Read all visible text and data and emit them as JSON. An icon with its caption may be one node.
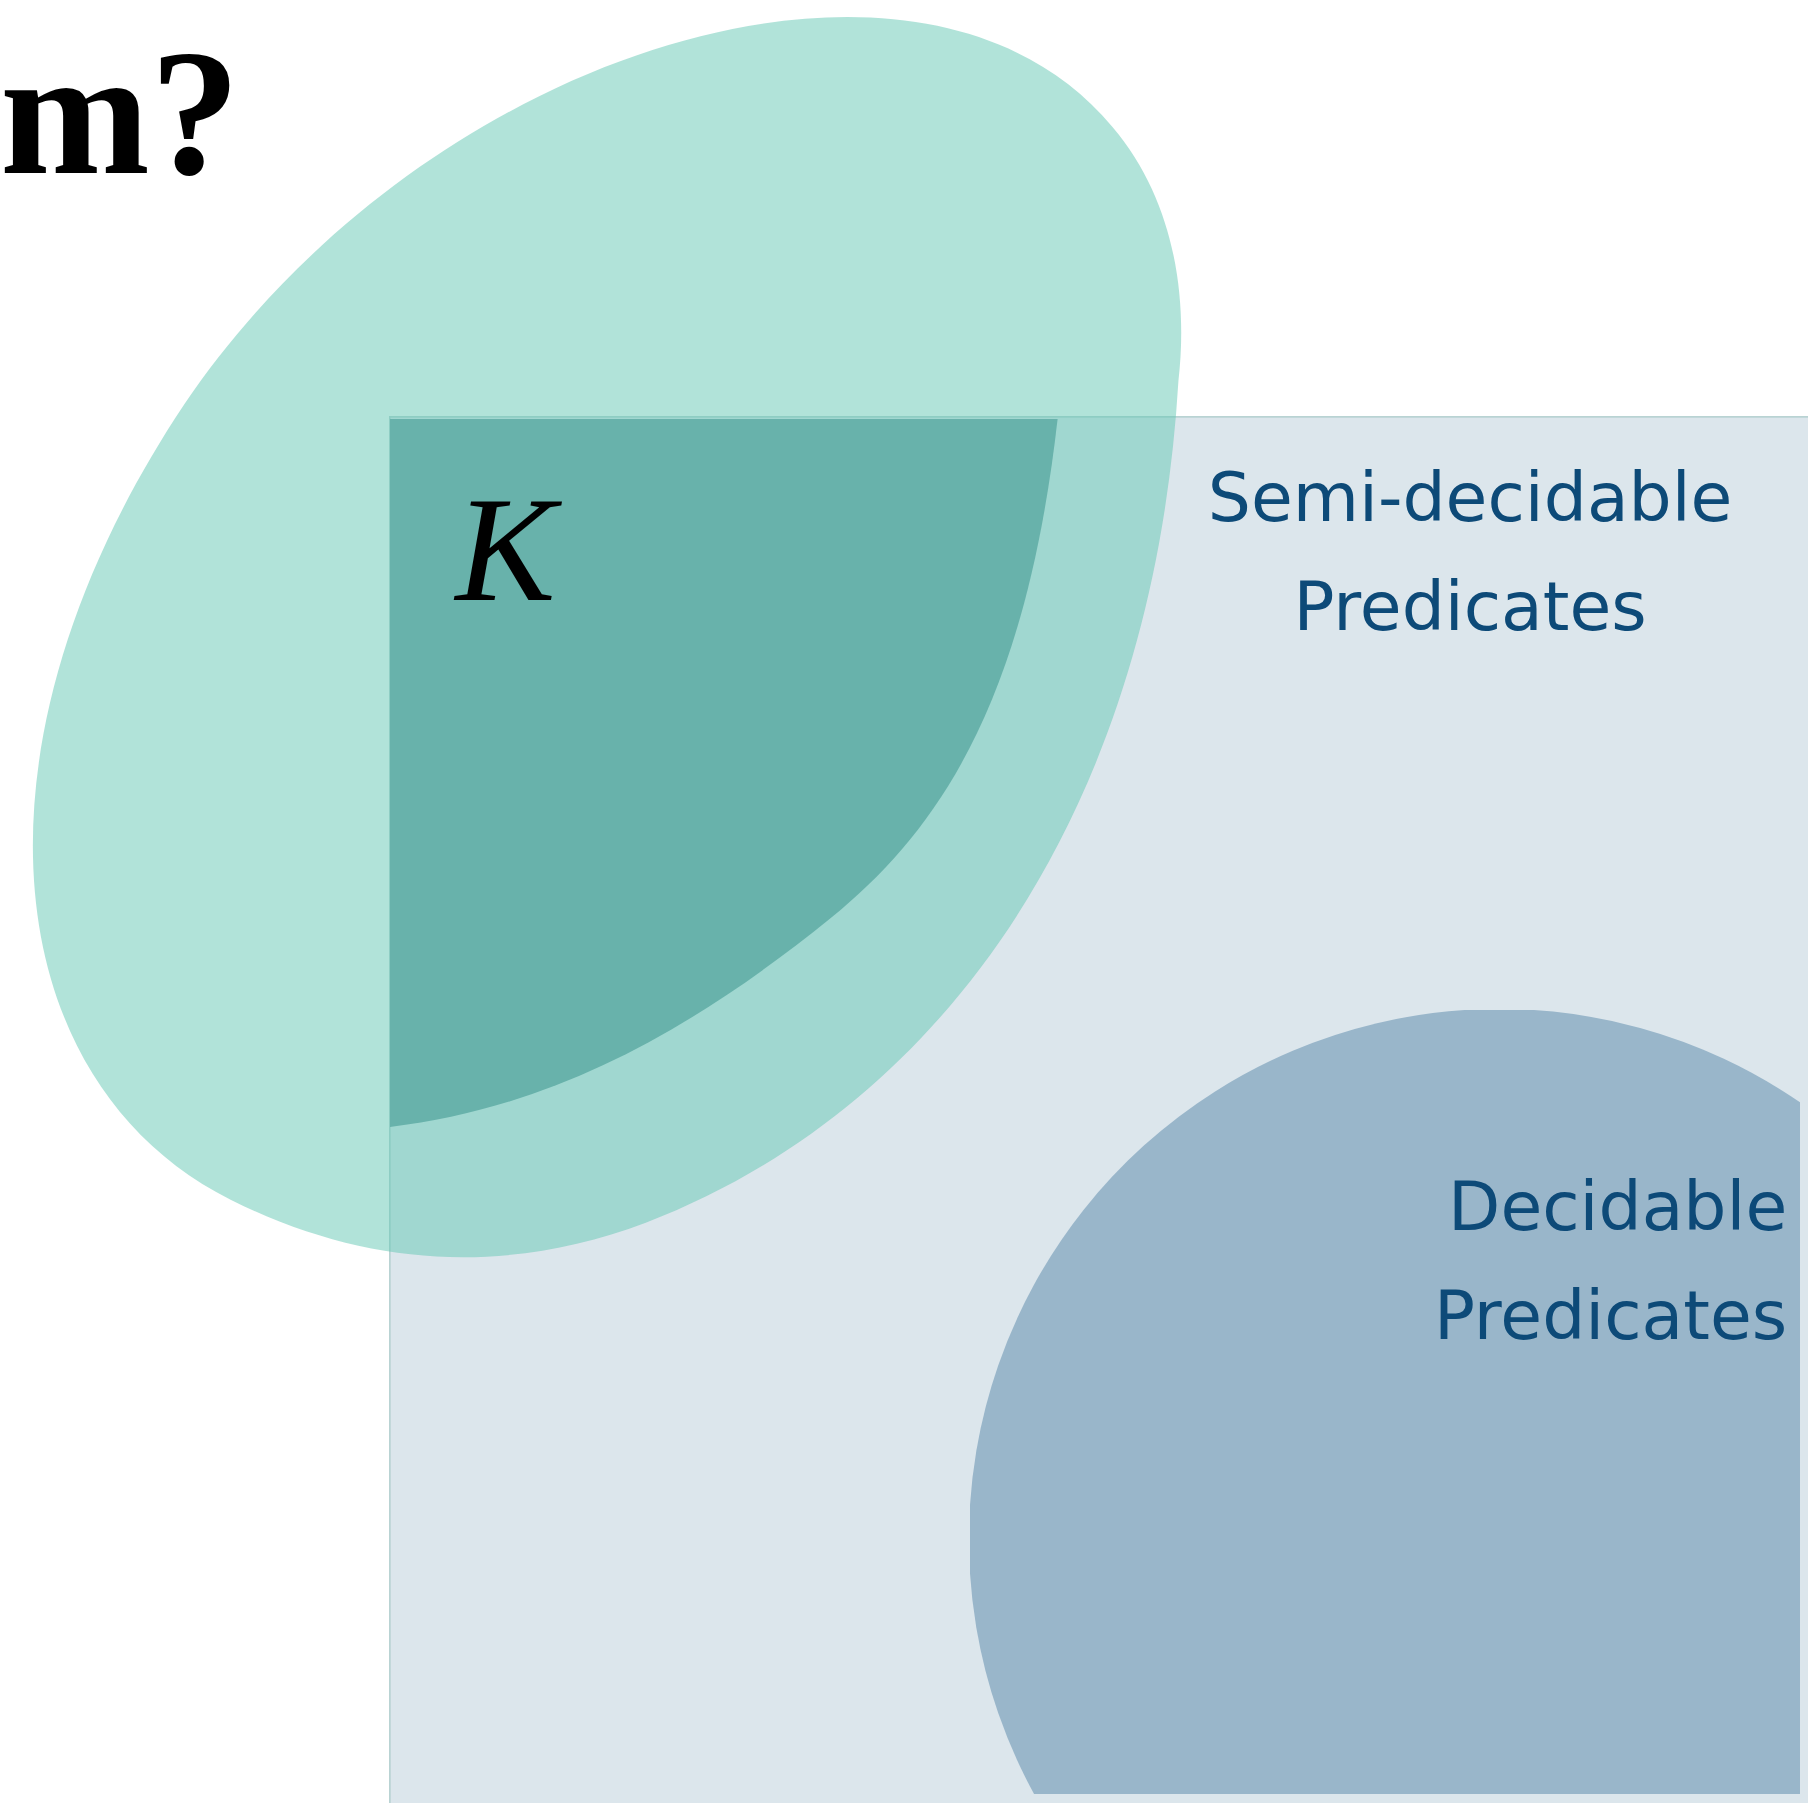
{
  "diagram": {
    "nodes": [
      {
        "text": [],
        "shape": "blob"
      },
      {
        "text": [
          "Semi-decidable Predicates"
        ]
      },
      {
        "text": [
          "K"
        ]
      },
      {
        "text": [
          "Decidable Predicates"
        ],
        "in": 1
      }
    ],
    "labels": [
      "m?"
    ]
  }
}
